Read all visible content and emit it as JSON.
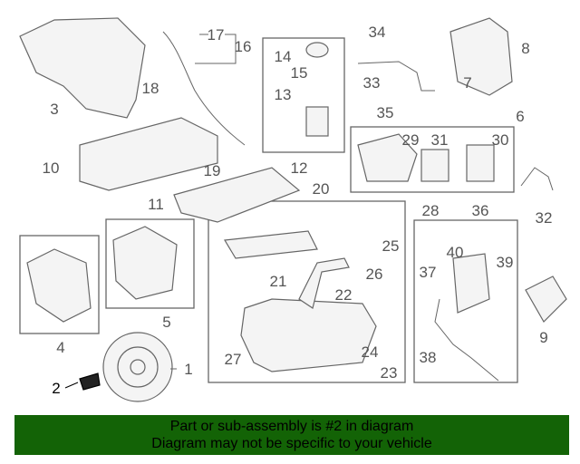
{
  "callouts": [
    "1",
    "2",
    "3",
    "4",
    "5",
    "6",
    "7",
    "8",
    "9",
    "10",
    "11",
    "12",
    "13",
    "14",
    "15",
    "16",
    "17",
    "18",
    "19",
    "20",
    "21",
    "22",
    "23",
    "24",
    "25",
    "26",
    "27",
    "28",
    "29",
    "30",
    "31",
    "32",
    "33",
    "34",
    "35",
    "36",
    "37",
    "38",
    "39",
    "40"
  ],
  "highlighted_part": "2",
  "colors": {
    "banner": "#136306",
    "line": "#666666",
    "highlight": "#000000"
  },
  "banner": {
    "line1": "Part or sub-assembly is #2 in diagram",
    "line2": "Diagram may not be specific to your vehicle"
  }
}
